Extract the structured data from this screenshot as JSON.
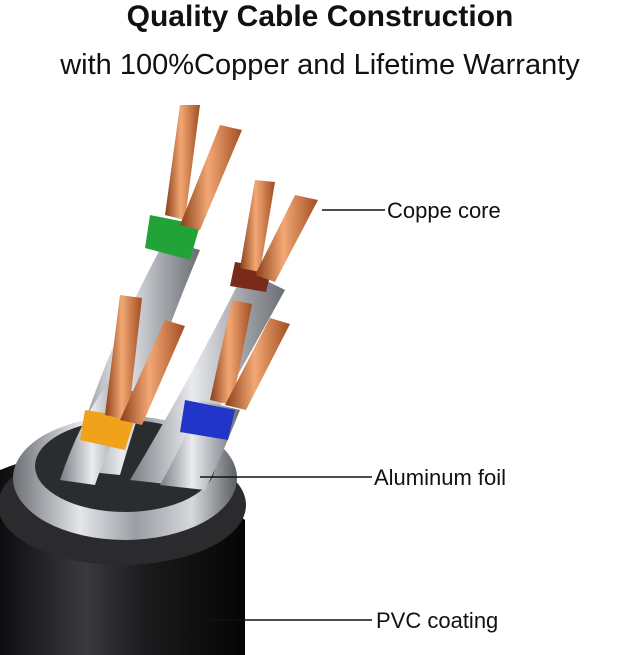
{
  "header": {
    "title": "Quality Cable Construction",
    "subtitle": "with 100%Copper and Lifetime Warranty"
  },
  "callouts": {
    "core": "Coppe core",
    "foil": "Aluminum foil",
    "coating": "PVC coating"
  },
  "colors": {
    "copper": "#c8733a",
    "green": "#22a33a",
    "orange": "#f0a21a",
    "blue": "#2136c8",
    "brown": "#7a2a1a",
    "pvc": "#1c1c1e",
    "foil": "#b8bcc2"
  }
}
